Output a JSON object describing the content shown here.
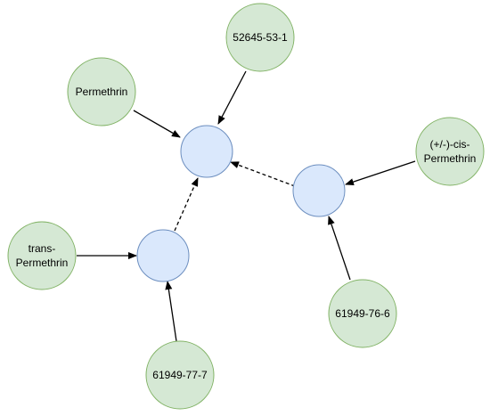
{
  "colors": {
    "label_node_fill": "#d5e8d4",
    "label_node_stroke": "#82b366",
    "hub_node_fill": "#dae8fc",
    "hub_node_stroke": "#6c8ebf",
    "edge": "#000000"
  },
  "nodes": {
    "n52645": {
      "lines": [
        "52645-53-1"
      ]
    },
    "permethrin": {
      "lines": [
        "Permethrin"
      ]
    },
    "cis": {
      "lines": [
        "(+/-)-cis-",
        "Permethrin"
      ]
    },
    "trans": {
      "lines": [
        "trans-",
        "Permethrin"
      ]
    },
    "n61949_76": {
      "lines": [
        "61949-76-6"
      ]
    },
    "n61949_77": {
      "lines": [
        "61949-77-7"
      ]
    }
  },
  "edges": [
    {
      "from": "n52645",
      "to": "hub-main",
      "style": "solid"
    },
    {
      "from": "permethrin",
      "to": "hub-main",
      "style": "solid"
    },
    {
      "from": "cis",
      "to": "hub-right",
      "style": "solid"
    },
    {
      "from": "n61949_76",
      "to": "hub-right",
      "style": "solid"
    },
    {
      "from": "hub-right",
      "to": "hub-main",
      "style": "dashed"
    },
    {
      "from": "trans",
      "to": "hub-left",
      "style": "solid"
    },
    {
      "from": "n61949_77",
      "to": "hub-left",
      "style": "solid"
    },
    {
      "from": "hub-left",
      "to": "hub-main",
      "style": "dashed"
    }
  ]
}
